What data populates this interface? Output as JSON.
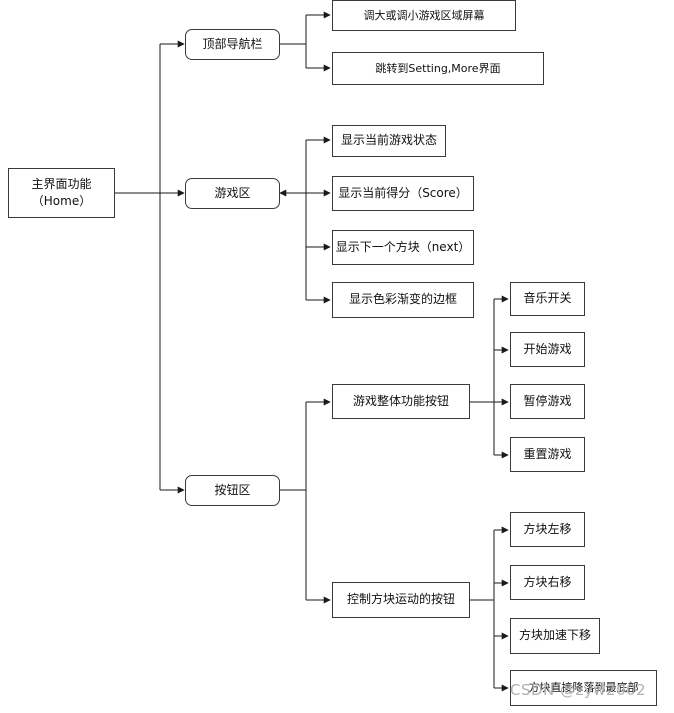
{
  "diagram": {
    "root": "主界面功能\n（Home）",
    "sections": {
      "top_nav": {
        "label": "顶部导航栏",
        "children": [
          "调大或调小游戏区域屏幕",
          "跳转到Setting,More界面"
        ]
      },
      "game_area": {
        "label": "游戏区",
        "children": [
          "显示当前游戏状态",
          "显示当前得分（Score）",
          "显示下一个方块（next）",
          "显示色彩渐变的边框"
        ]
      },
      "buttons": {
        "label": "按钮区",
        "game_buttons": {
          "label": "游戏整体功能按钮",
          "children": [
            "音乐开关",
            "开始游戏",
            "暂停游戏",
            "重置游戏"
          ]
        },
        "block_buttons": {
          "label": "控制方块运动的按钮",
          "children": [
            "方块左移",
            "方块右移",
            "方块加速下移",
            "方块直接降落到最底部"
          ]
        }
      }
    }
  },
  "watermark": "CSDN @zyw2002",
  "colors": {
    "line": "#1a1a1a",
    "border": "#3a3a3a",
    "text": "#111111",
    "watermark": "#b0b0b0"
  }
}
